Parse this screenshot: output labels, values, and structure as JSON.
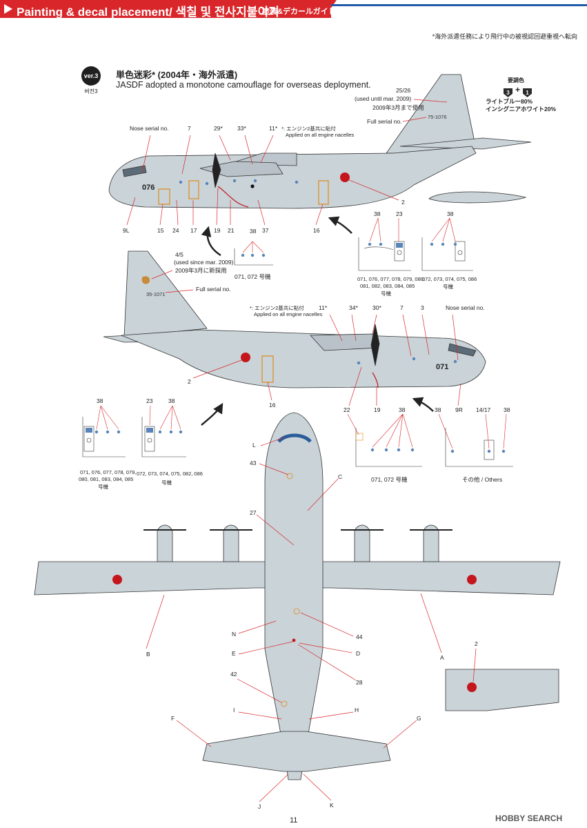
{
  "header": {
    "title": "Painting & decal placement/ 색칠 및 전사지붙이기",
    "subtitle_jp": "塗装&デカールガイド"
  },
  "top_note": "*海外派遣任務により飛行中の被視認回避重視へ転向",
  "scheme": {
    "version_badge": "ver.3",
    "version_sub": "버전3",
    "title": "単色迷彩* (2004年・海外派遣)",
    "description": "JASDF adopted a monotone camouflage for overseas deployment."
  },
  "paint": {
    "title": "要調色",
    "badge_left": "3",
    "badge_right": "1",
    "line1": "ライトブルー80%",
    "line2": "インシグニアホワイト20%"
  },
  "side1": {
    "labels": {
      "nose_serial": "Nose serial no.",
      "n7": "7",
      "n29": "29*",
      "n33": "33*",
      "n11": "11*",
      "engine_note_jp": "*: エンジン2基共に貼付",
      "engine_note_en": "Applied on all engine nacelles",
      "n25_26": "25/26",
      "used_until": "(used until mar. 2009)",
      "used_until_jp": "2009年3月まで使用",
      "full_serial": "Full serial no.",
      "tail_serial": "75-1076",
      "nose_num": "076",
      "n2": "2",
      "n9L": "9L",
      "n15": "15",
      "n24": "24",
      "n17": "17",
      "n19": "19",
      "n21": "21",
      "n37": "37",
      "n16": "16"
    }
  },
  "detail1": {
    "n38": "38",
    "caption": "071, 072 号機"
  },
  "detail2": {
    "n38": "38",
    "n23": "23",
    "caption1": "071, 076, 077, 078, 079, 080,",
    "caption2": "081, 082, 083, 084, 085",
    "caption3": "号機"
  },
  "detail3": {
    "n38": "38",
    "caption1": "072, 073, 074, 075, 086",
    "caption2": "号機"
  },
  "side2": {
    "labels": {
      "n4_5": "4/5",
      "used_since": "(used since mar. 2009)",
      "used_since_jp": "2009年3月に新採用",
      "full_serial": "Full serial no.",
      "tail_serial": "35-1071",
      "engine_note_jp": "*: エンジン2基共に貼付",
      "engine_note_en": "Applied on all engine nacelles",
      "n11": "11*",
      "n34": "34*",
      "n30": "30*",
      "n7": "7",
      "n3": "3",
      "nose_serial": "Nose serial no.",
      "nose_num": "071",
      "n2": "2",
      "n16": "16",
      "n22": "22",
      "n19": "19",
      "n9R": "9R"
    }
  },
  "detail4": {
    "n38": "38",
    "caption1": "071, 076, 077, 078, 079,",
    "caption2": "080, 081, 083, 084, 085",
    "caption3": "号機"
  },
  "detail5": {
    "n23": "23",
    "n38": "38",
    "caption1": "072, 073, 074, 075, 082, 086",
    "caption2": "号機"
  },
  "detail6": {
    "n38": "38",
    "caption": "071, 072 号機"
  },
  "detail7": {
    "n38a": "38",
    "n14_17": "14/17",
    "n38b": "38",
    "caption": "その他 / Others"
  },
  "top_view": {
    "labels": {
      "L": "L",
      "n43": "43",
      "C": "C",
      "n27": "27",
      "B": "B",
      "A": "A",
      "N": "N",
      "n44": "44",
      "E": "E",
      "D": "D",
      "n28": "28",
      "n42": "42",
      "I": "I",
      "H": "H",
      "F": "F",
      "G": "G",
      "J": "J",
      "K": "K",
      "wing_n2": "2"
    }
  },
  "footer": {
    "page": "11",
    "logo": "HOBBY SEARCH"
  },
  "colors": {
    "header_red": "#d9262a",
    "rule_blue": "#1e5aa8",
    "aircraft_gray": "#c9d3d8",
    "hinomaru_red": "#c4161c",
    "callout_red": "#d9262a"
  }
}
